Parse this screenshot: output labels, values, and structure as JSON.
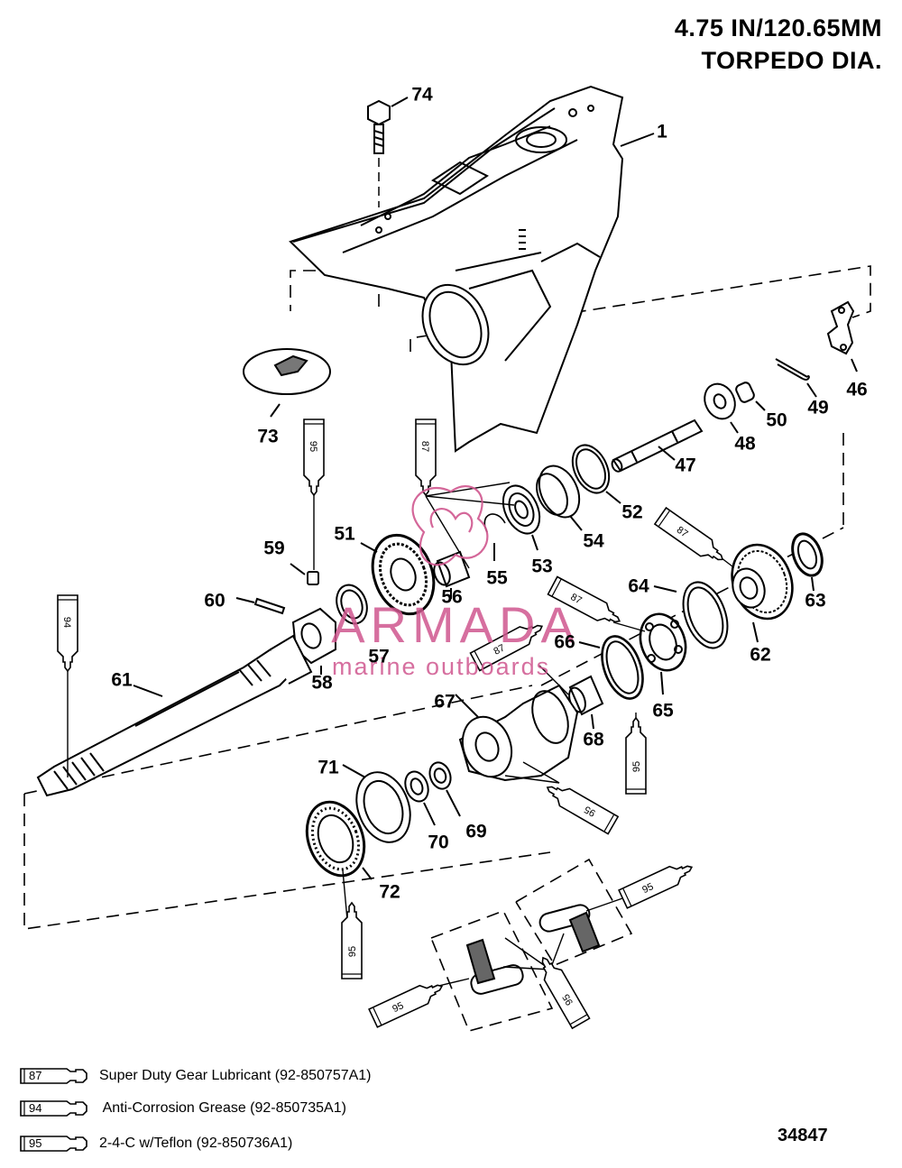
{
  "title": {
    "line1": "4.75 IN/120.65MM",
    "line2": "TORPEDO DIA."
  },
  "callouts": [
    {
      "id": "1",
      "label": "1"
    },
    {
      "id": "46",
      "label": "46"
    },
    {
      "id": "47",
      "label": "47"
    },
    {
      "id": "48",
      "label": "48"
    },
    {
      "id": "49",
      "label": "49"
    },
    {
      "id": "50",
      "label": "50"
    },
    {
      "id": "51",
      "label": "51"
    },
    {
      "id": "52",
      "label": "52"
    },
    {
      "id": "53",
      "label": "53"
    },
    {
      "id": "54",
      "label": "54"
    },
    {
      "id": "55",
      "label": "55"
    },
    {
      "id": "56",
      "label": "56"
    },
    {
      "id": "57",
      "label": "57"
    },
    {
      "id": "58",
      "label": "58"
    },
    {
      "id": "59",
      "label": "59"
    },
    {
      "id": "60",
      "label": "60"
    },
    {
      "id": "61",
      "label": "61"
    },
    {
      "id": "62",
      "label": "62"
    },
    {
      "id": "63",
      "label": "63"
    },
    {
      "id": "64",
      "label": "64"
    },
    {
      "id": "65",
      "label": "65"
    },
    {
      "id": "66",
      "label": "66"
    },
    {
      "id": "67",
      "label": "67"
    },
    {
      "id": "68",
      "label": "68"
    },
    {
      "id": "69",
      "label": "69"
    },
    {
      "id": "70",
      "label": "70"
    },
    {
      "id": "71",
      "label": "71"
    },
    {
      "id": "72",
      "label": "72"
    },
    {
      "id": "73",
      "label": "73"
    },
    {
      "id": "74",
      "label": "74"
    }
  ],
  "lubricant_tubes": {
    "t87a": "87",
    "t87b": "87",
    "t87c": "87",
    "t87d": "87",
    "t94": "94",
    "t95a": "95",
    "t95b": "95",
    "t95c": "95",
    "t95d": "95",
    "t95e": "95",
    "t95f": "95",
    "t95g": "95"
  },
  "legend": [
    {
      "code": "87",
      "text": "Super Duty Gear Lubricant (92-850757A1)"
    },
    {
      "code": "94",
      "text": " Anti-Corrosion Grease (92-850735A1)"
    },
    {
      "code": "95",
      "text": "2-4-C w/Teflon (92-850736A1)"
    }
  ],
  "drawing_number": "34847",
  "watermark": {
    "brand": "ARMADA",
    "tagline": "marine outboards",
    "color": "#d0578f"
  }
}
